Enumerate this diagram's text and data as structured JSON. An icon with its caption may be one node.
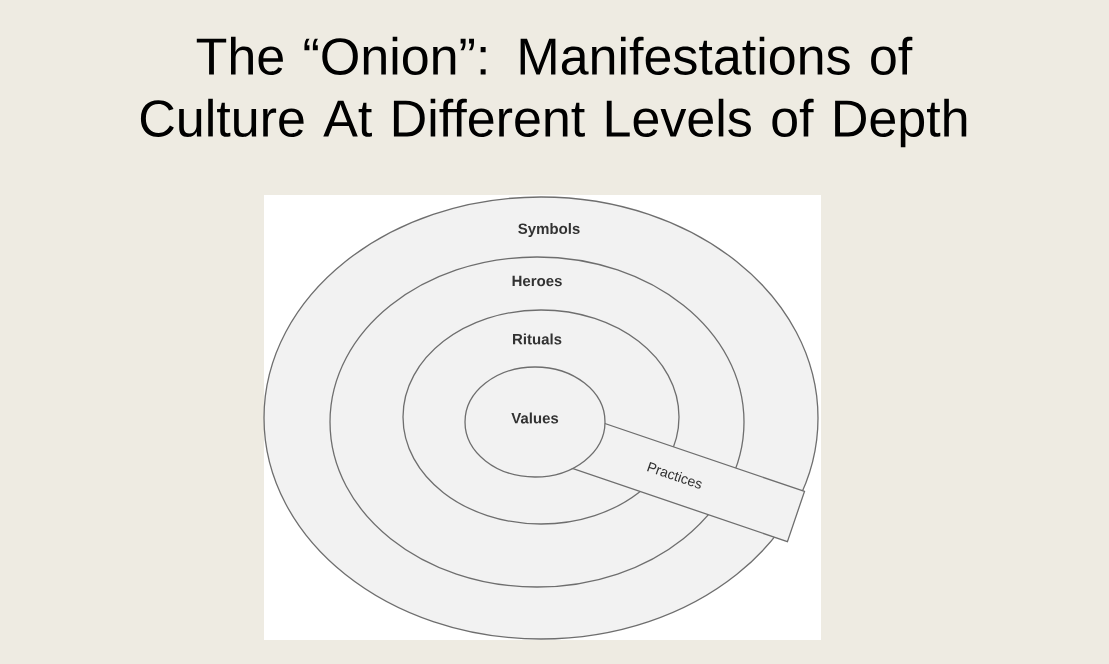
{
  "diagram": {
    "title": "The “Onion”: Manifestations of Culture At Different Levels of Depth",
    "nodes": [
      {
        "text": [
          "Symbols"
        ]
      },
      {
        "text": [
          "Heroes"
        ],
        "in": 0
      },
      {
        "text": [
          "Rituals"
        ],
        "in": 1
      },
      {
        "text": [
          "Values"
        ],
        "in": 2
      },
      {
        "text": [
          "Practices"
        ],
        "in": 0
      }
    ]
  }
}
